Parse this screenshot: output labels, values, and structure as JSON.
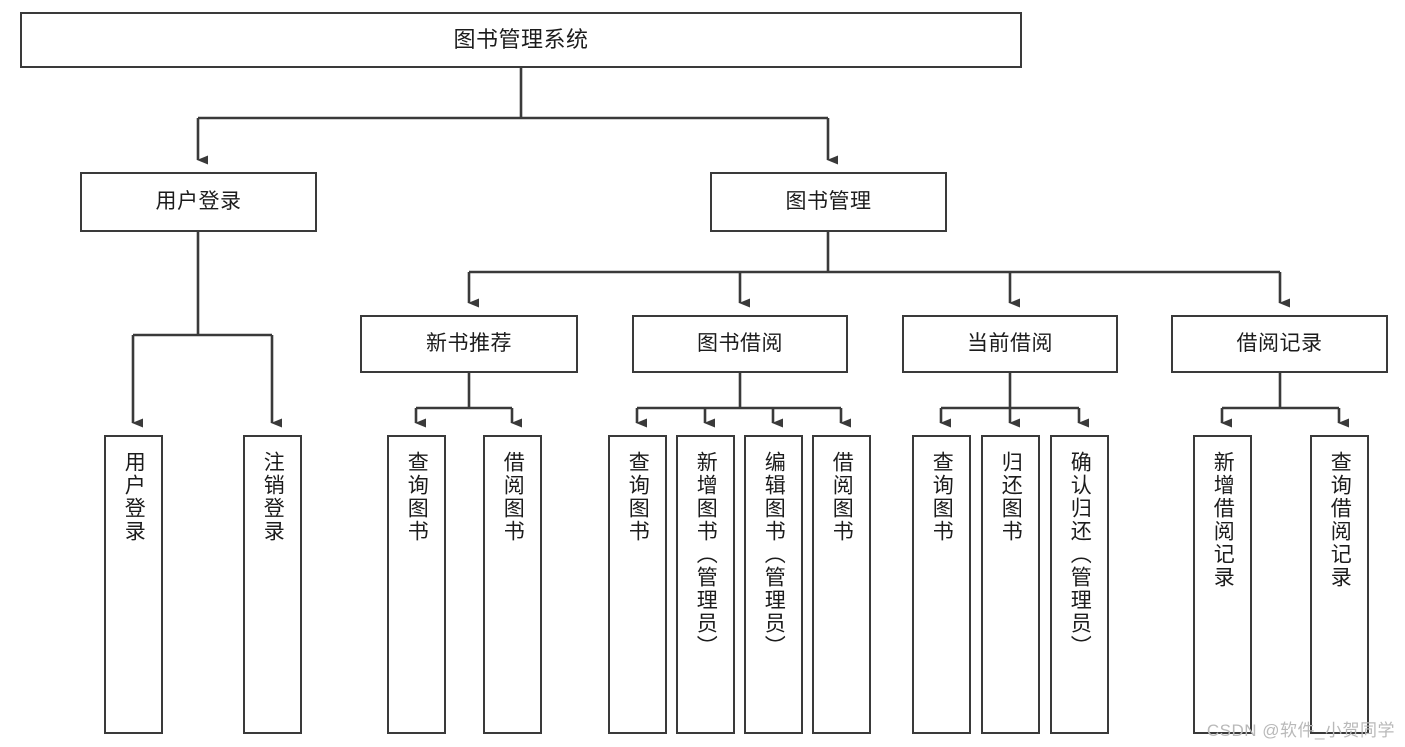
{
  "diagram": {
    "type": "tree-hierarchy-flowchart",
    "title": "图书管理系统",
    "watermark": "CSDN @软件_小贺同学",
    "colors": {
      "box_border": "#3a3a3a",
      "box_fill": "#ffffff",
      "connector": "#3a3a3a",
      "text": "#1c1c1c",
      "watermark": "#b9b9b9"
    },
    "nodes": {
      "root": {
        "label": "图书管理系统"
      },
      "level2": [
        {
          "label": "用户登录"
        },
        {
          "label": "图书管理"
        }
      ],
      "level3": [
        {
          "label": "新书推荐"
        },
        {
          "label": "图书借阅"
        },
        {
          "label": "当前借阅"
        },
        {
          "label": "借阅记录"
        }
      ],
      "leaves": {
        "user_login": [
          {
            "label": "用户登录"
          },
          {
            "label": "注销登录"
          }
        ],
        "new_book_recommend": [
          {
            "label": "查询图书"
          },
          {
            "label": "借阅图书"
          }
        ],
        "book_borrow": [
          {
            "label": "查询图书"
          },
          {
            "label": "新增图书（管理员）"
          },
          {
            "label": "编辑图书（管理员）"
          },
          {
            "label": "借阅图书"
          }
        ],
        "current_borrow": [
          {
            "label": "查询图书"
          },
          {
            "label": "归还图书"
          },
          {
            "label": "确认归还（管理员）"
          }
        ],
        "borrow_record": [
          {
            "label": "新增借阅记录"
          },
          {
            "label": "查询借阅记录"
          }
        ]
      }
    }
  }
}
